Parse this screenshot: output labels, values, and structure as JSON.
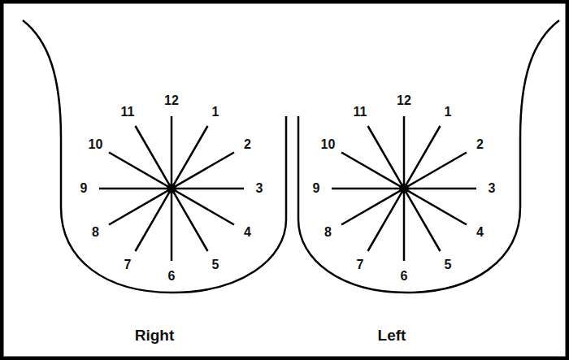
{
  "diagram": {
    "labels": [
      "12",
      "1",
      "2",
      "3",
      "4",
      "5",
      "6",
      "7",
      "8",
      "9",
      "10",
      "11",
      "Right",
      "12",
      "1",
      "2",
      "3",
      "4",
      "5",
      "6",
      "7",
      "8",
      "9",
      "10",
      "11",
      "Left"
    ]
  }
}
